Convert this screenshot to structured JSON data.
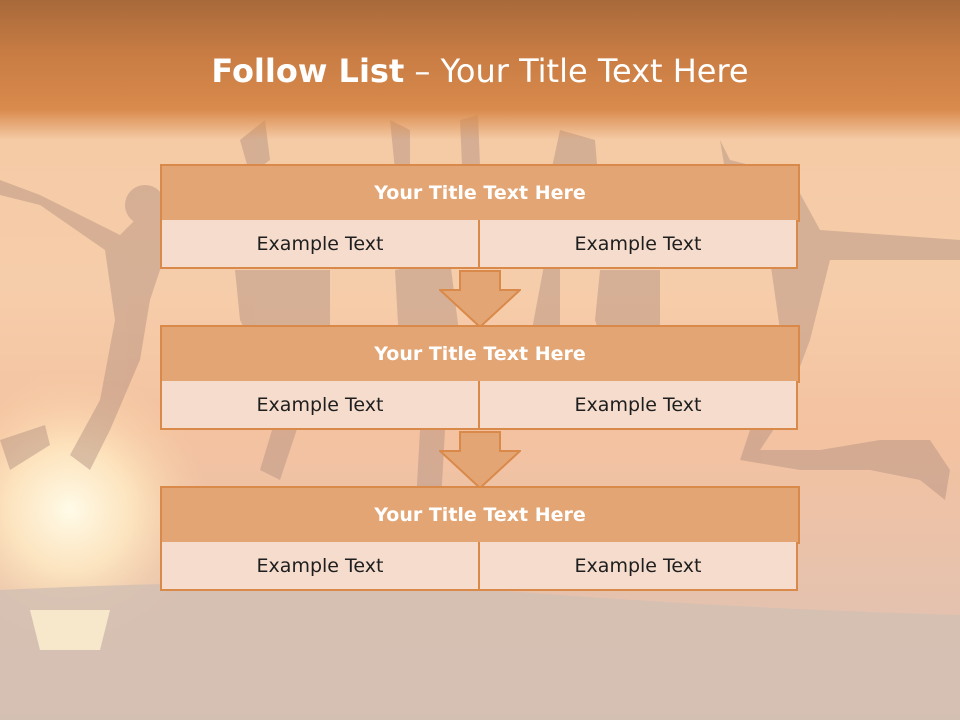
{
  "slide": {
    "title_bold": "Follow List",
    "title_rest": " – Your Title Text Here"
  },
  "blocks": [
    {
      "title": "Your Title Text Here",
      "left": "Example Text",
      "right": "Example Text"
    },
    {
      "title": "Your Title Text Here",
      "left": "Example Text",
      "right": "Example Text"
    },
    {
      "title": "Your Title Text Here",
      "left": "Example Text",
      "right": "Example Text"
    }
  ],
  "colors": {
    "header": "#d98a4c",
    "block_head": "#e3a574",
    "block_cell": "#f5dccd",
    "border": "#d9894a"
  },
  "background": "silhouettes of people jumping at sunset on a beach"
}
